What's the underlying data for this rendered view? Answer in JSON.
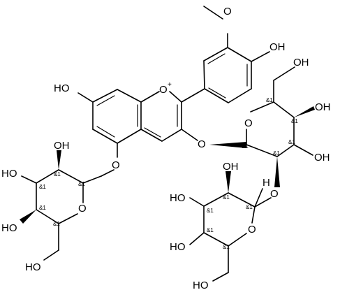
{
  "structure": {
    "atom_labels": {
      "methoxy_o": "O",
      "phenol_oh": "OH",
      "ring_o_plus": "O",
      "ring_o_charge": "+",
      "ho_7": "HO",
      "o_3_glycosidic": "O",
      "o_5_glycosidic": "O",
      "ch2oh_top": "OH",
      "oh_top_sugar_4": "OH",
      "oh_top_sugar_3": "OH",
      "ring_o_top_sugar": "O",
      "o_2_glycosidic": "O",
      "oh_left_sugar_2": "OH",
      "ho_left_sugar_3": "HO",
      "ho_left_sugar_4": "HO",
      "ring_o_left_sugar": "O",
      "ho_left_ch2oh": "HO",
      "oh_bottom_sugar_2": "OH",
      "ho_bottom_sugar_3": "HO",
      "ho_bottom_sugar_4": "HO",
      "ring_o_bottom_sugar": "O",
      "ho_bottom_ch2oh": "HO",
      "h_anomeric": "H"
    },
    "stereo_label": "&1"
  }
}
